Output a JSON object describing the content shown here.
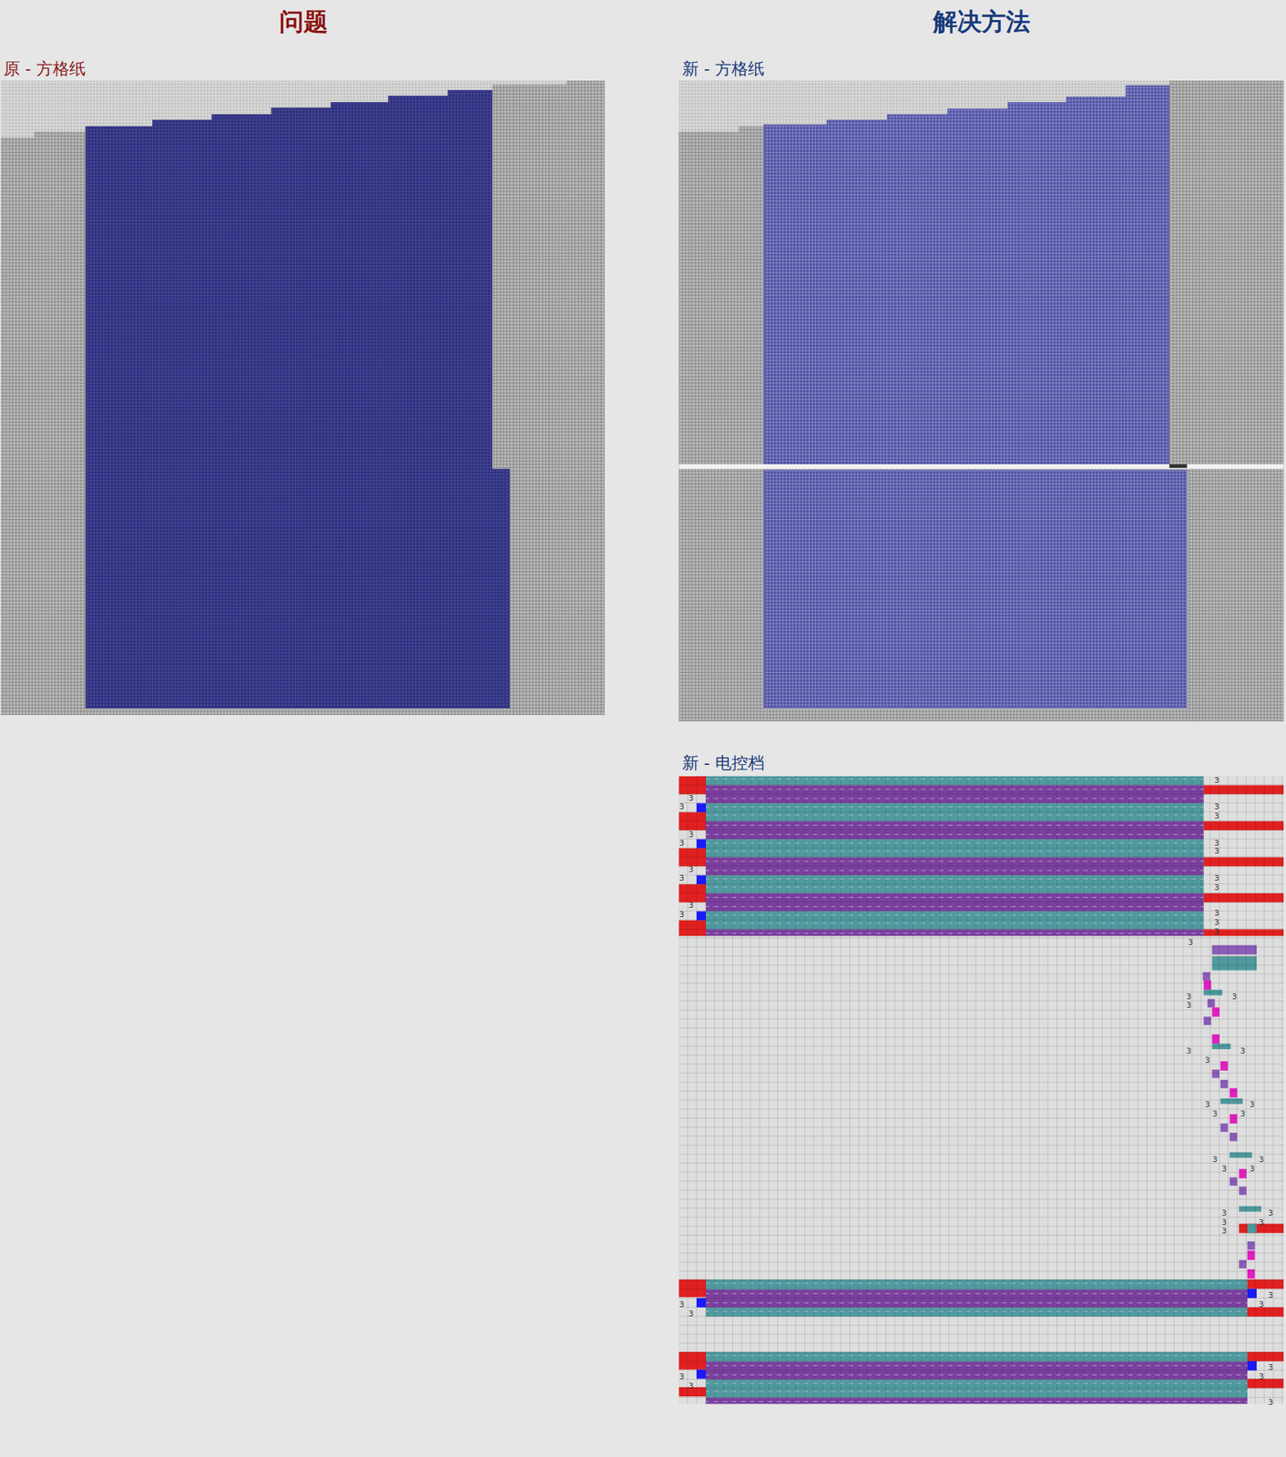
{
  "diagram": {
    "nodes": [
      {
        "text": [
          "原 - 方格纸"
        ]
      },
      {
        "text": [
          "新 - 方格纸"
        ]
      },
      {
        "text": [
          "新 - 电控档"
        ]
      }
    ],
    "labels": [
      "问题",
      "解决方法",
      "3",
      "3",
      "3",
      "3",
      "3",
      "3",
      "3",
      "3",
      "3",
      "3",
      "3",
      "3",
      "3",
      "3",
      "3",
      "3",
      "3",
      "3",
      "3",
      "3",
      "3",
      "3",
      "3",
      "3",
      "3",
      "3",
      "3",
      "3",
      "3",
      "3",
      "3",
      "3",
      "3",
      "3",
      "3",
      "3",
      "3",
      "3",
      "3",
      "3",
      "3",
      "3",
      "3",
      "3",
      "3",
      "3",
      "3"
    ]
  }
}
